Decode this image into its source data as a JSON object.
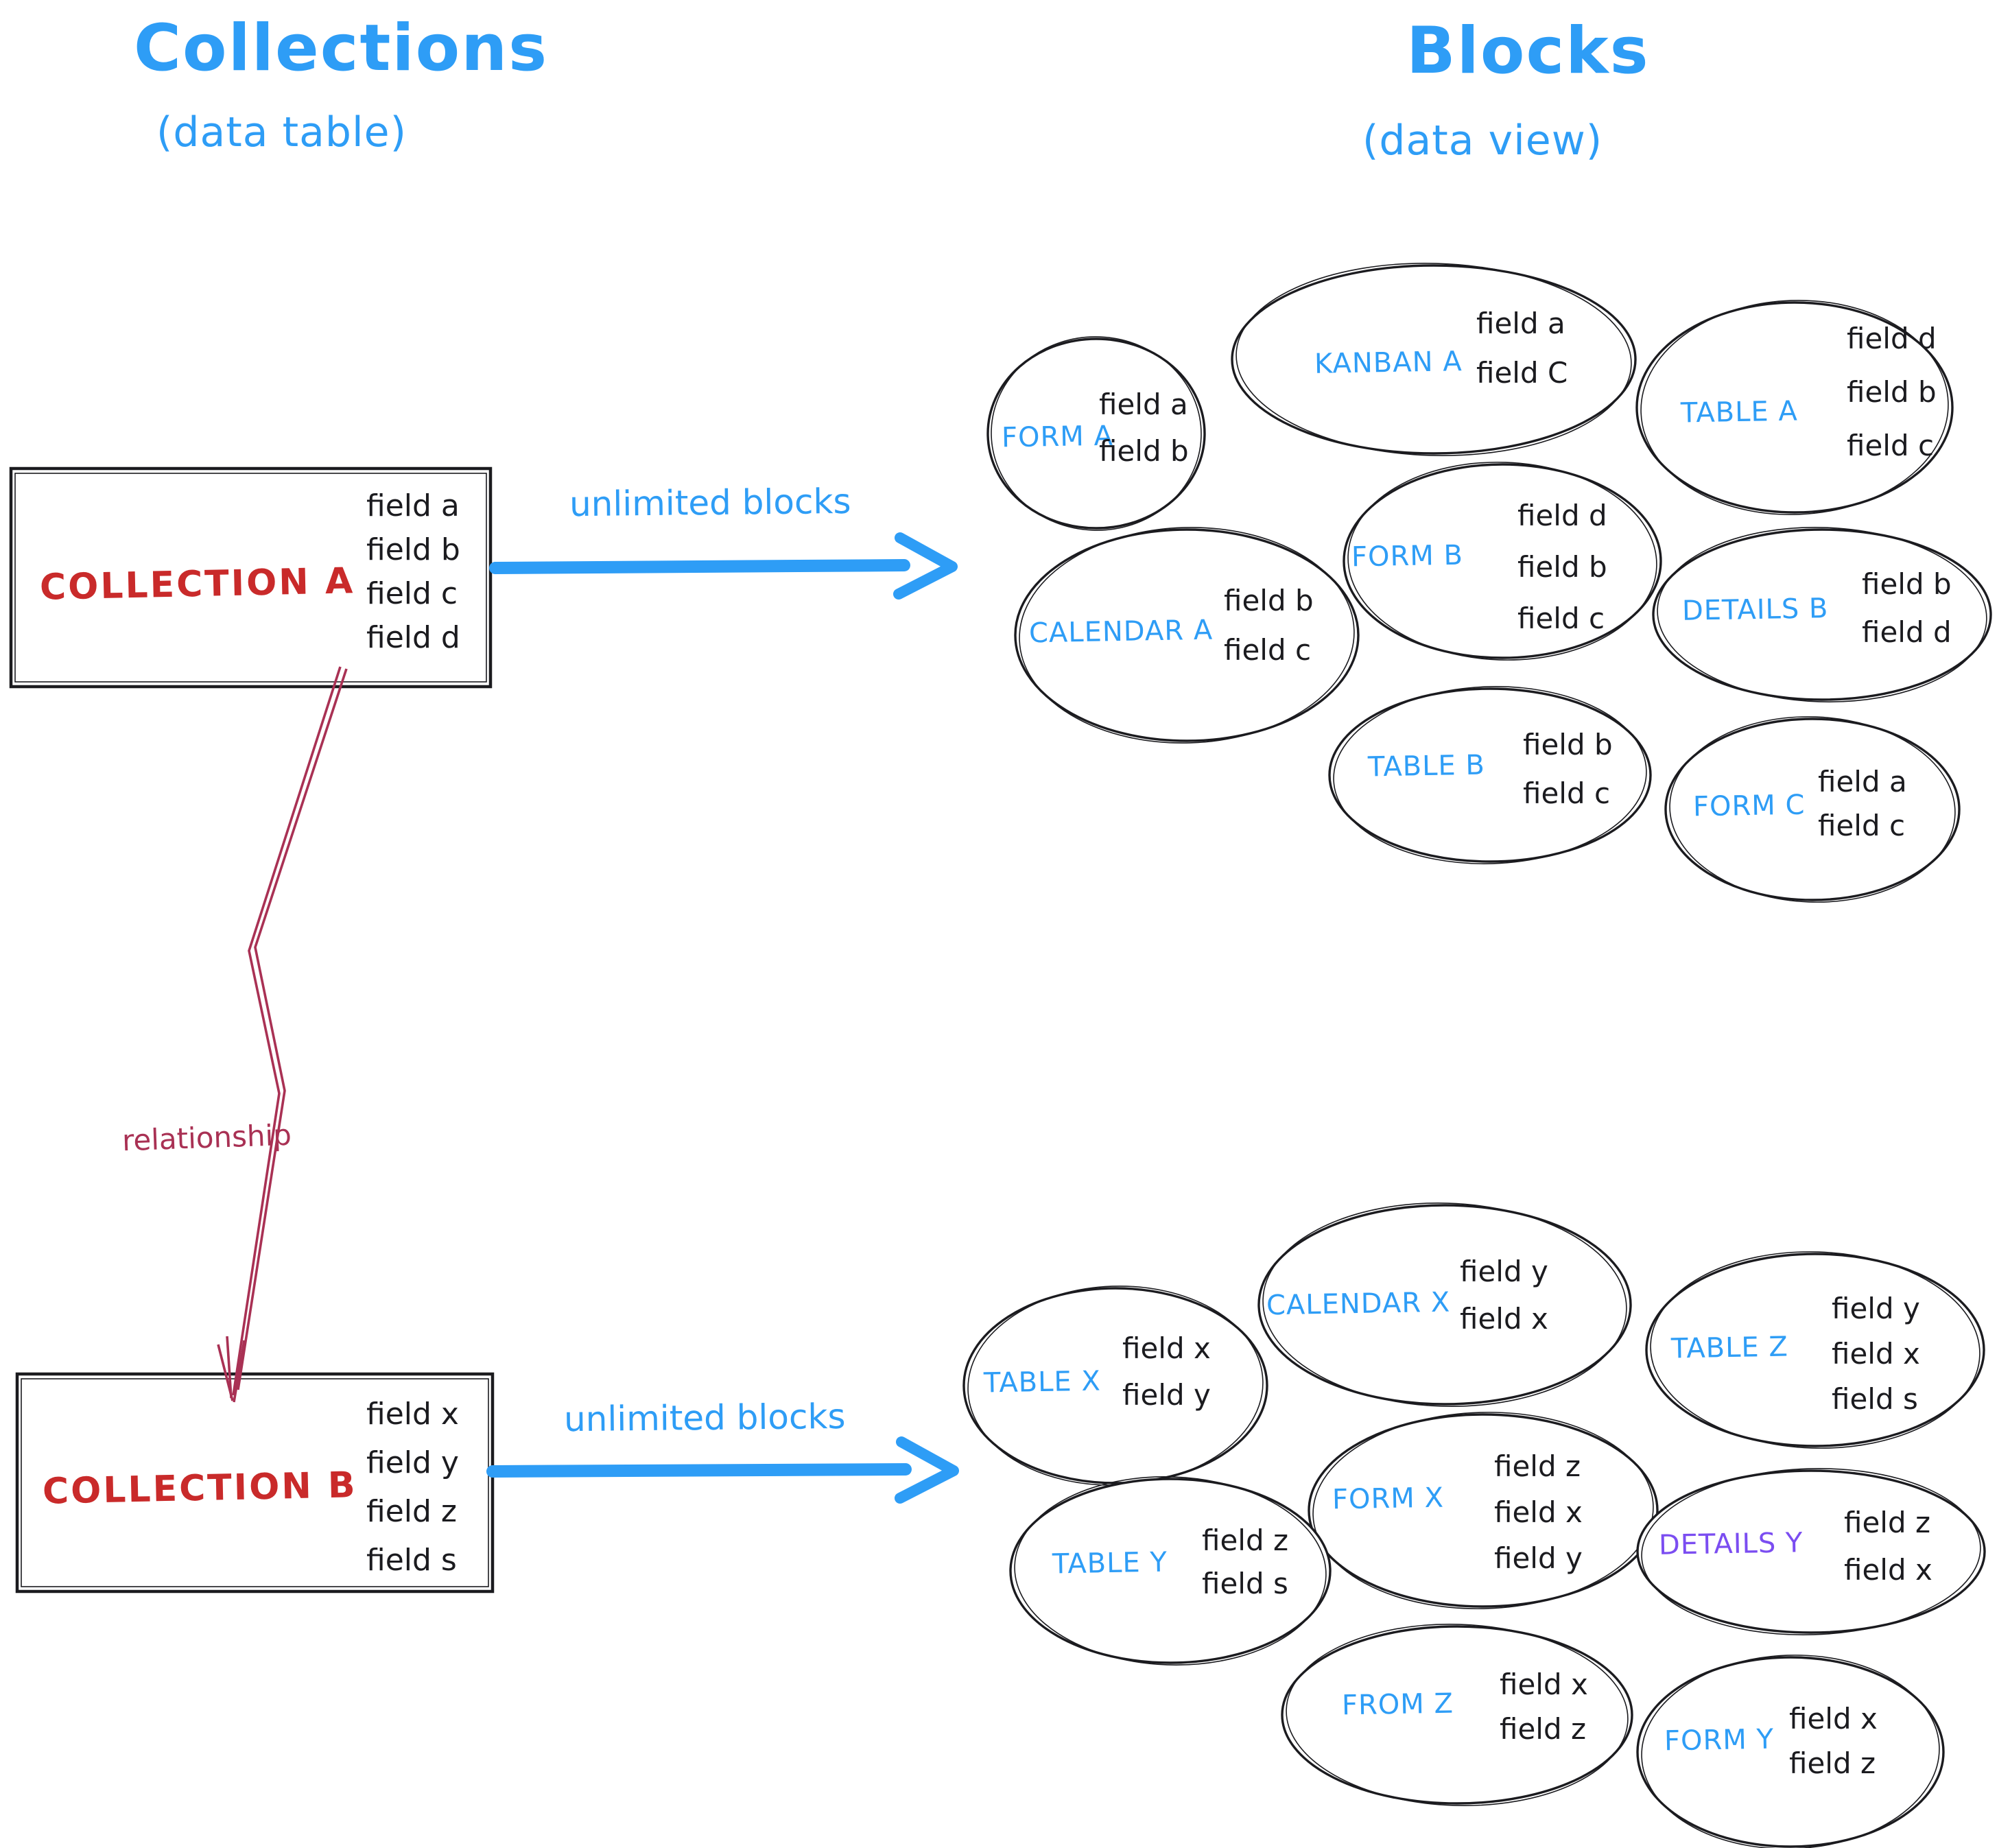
{
  "colors": {
    "blue": "#2e9df6",
    "red": "#c92a2a",
    "crimson": "#a93154",
    "purple": "#7b4df1",
    "ink": "#1b1b1f"
  },
  "titles": {
    "left": {
      "line1": "Collections",
      "line2": "(data table)"
    },
    "right": {
      "line1": "Blocks",
      "line2": "(data view)"
    }
  },
  "left_panel": {
    "collection_a": {
      "label": "COLLECTION A",
      "fields": [
        "field a",
        "field b",
        "field c",
        "field d"
      ]
    },
    "collection_b": {
      "label": "COLLECTION B",
      "fields": [
        "field x",
        "field y",
        "field z",
        "field s"
      ]
    },
    "relationship_label": "relationship"
  },
  "arrows": {
    "a": "unlimited blocks",
    "b": "unlimited blocks"
  },
  "blocks_a": [
    {
      "label": "FORM A",
      "fields": [
        "field a",
        "field b"
      ]
    },
    {
      "label": "KANBAN A",
      "fields": [
        "field a",
        "field C"
      ]
    },
    {
      "label": "TABLE A",
      "fields": [
        "field d",
        "field b",
        "field c"
      ]
    },
    {
      "label": "CALENDAR A",
      "fields": [
        "field b",
        "field c"
      ]
    },
    {
      "label": "FORM B",
      "fields": [
        "field d",
        "field b",
        "field c"
      ]
    },
    {
      "label": "DETAILS B",
      "fields": [
        "field b",
        "field d"
      ]
    },
    {
      "label": "TABLE B",
      "fields": [
        "field b",
        "field c"
      ]
    },
    {
      "label": "FORM C",
      "fields": [
        "field a",
        "field c"
      ]
    }
  ],
  "blocks_b": [
    {
      "label": "TABLE X",
      "fields": [
        "field x",
        "field y"
      ]
    },
    {
      "label": "CALENDAR X",
      "fields": [
        "field y",
        "field x"
      ]
    },
    {
      "label": "TABLE Z",
      "fields": [
        "field y",
        "field x",
        "field s"
      ]
    },
    {
      "label": "FORM X",
      "fields": [
        "field z",
        "field x",
        "field y"
      ]
    },
    {
      "label": "TABLE Y",
      "fields": [
        "field z",
        "field s"
      ]
    },
    {
      "label": "DETAILS Y",
      "fields": [
        "field z",
        "field x"
      ]
    },
    {
      "label": "FROM Z",
      "fields": [
        "field x",
        "field z"
      ]
    },
    {
      "label": "FORM Y",
      "fields": [
        "field x",
        "field z"
      ]
    }
  ]
}
